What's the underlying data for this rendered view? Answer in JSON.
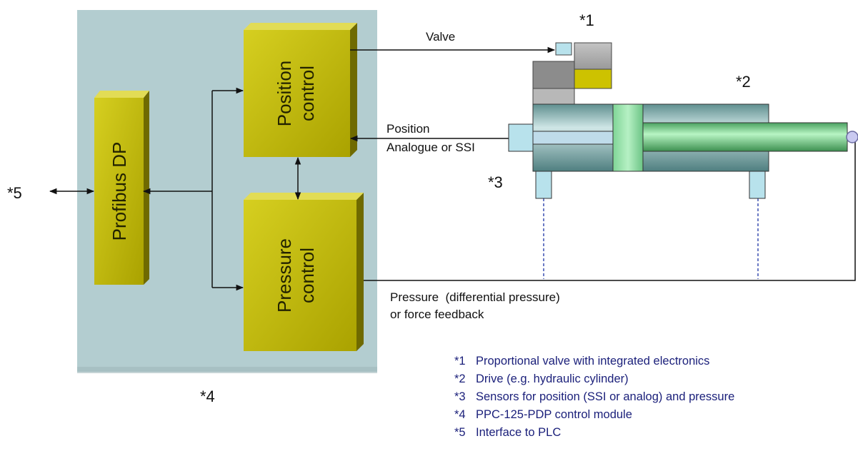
{
  "colors": {
    "module_bg": "#b3cdd0",
    "block_face": "#c8c000",
    "legend_text": "#1a1f7a",
    "cylinder": "#9ec4c4",
    "rod": "#8fe0a0",
    "sensor_line": "#3a4fb0"
  },
  "blocks": {
    "profibus": "Profibus DP",
    "position": [
      "Position",
      "control"
    ],
    "pressure": [
      "Pressure",
      "control"
    ]
  },
  "labels": {
    "valve": "Valve",
    "position": "Position",
    "position_sub": "Analogue or SSI",
    "pressure": "Pressure  (differential pressure)",
    "pressure_sub": "or force feedback"
  },
  "markers": {
    "m1": "*1",
    "m2": "*2",
    "m3": "*3",
    "m4": "*4",
    "m5": "*5"
  },
  "legend": [
    {
      "mark": "*1",
      "text": "Proportional valve with integrated electronics"
    },
    {
      "mark": "*2",
      "text": "Drive (e.g. hydraulic cylinder)"
    },
    {
      "mark": "*3",
      "text": "Sensors for position (SSI or analog) and pressure"
    },
    {
      "mark": "*4",
      "text": "PPC-125-PDP control module"
    },
    {
      "mark": "*5",
      "text": "Interface to PLC"
    }
  ]
}
